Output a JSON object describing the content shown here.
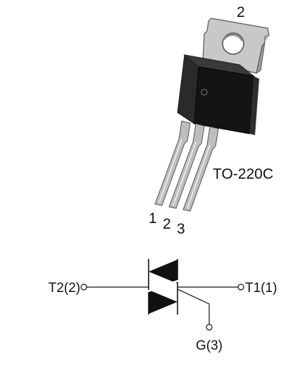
{
  "package": {
    "name": "TO-220C",
    "tab_pin_label": "2",
    "lead_labels": [
      "1",
      "2",
      "3"
    ]
  },
  "symbol": {
    "terminal_t2": "T2(2)",
    "terminal_t1": "T1(1)",
    "terminal_gate": "G(3)"
  },
  "colors": {
    "background": "#ffffff",
    "ink": "#111111",
    "tab_metal": "#c8c8c8",
    "tab_shadow": "#9a9a9a",
    "body_front": "#141414",
    "body_side": "#2e2e2e",
    "body_top": "#3a3a3a",
    "lead_metal": "#bdbdbd"
  }
}
